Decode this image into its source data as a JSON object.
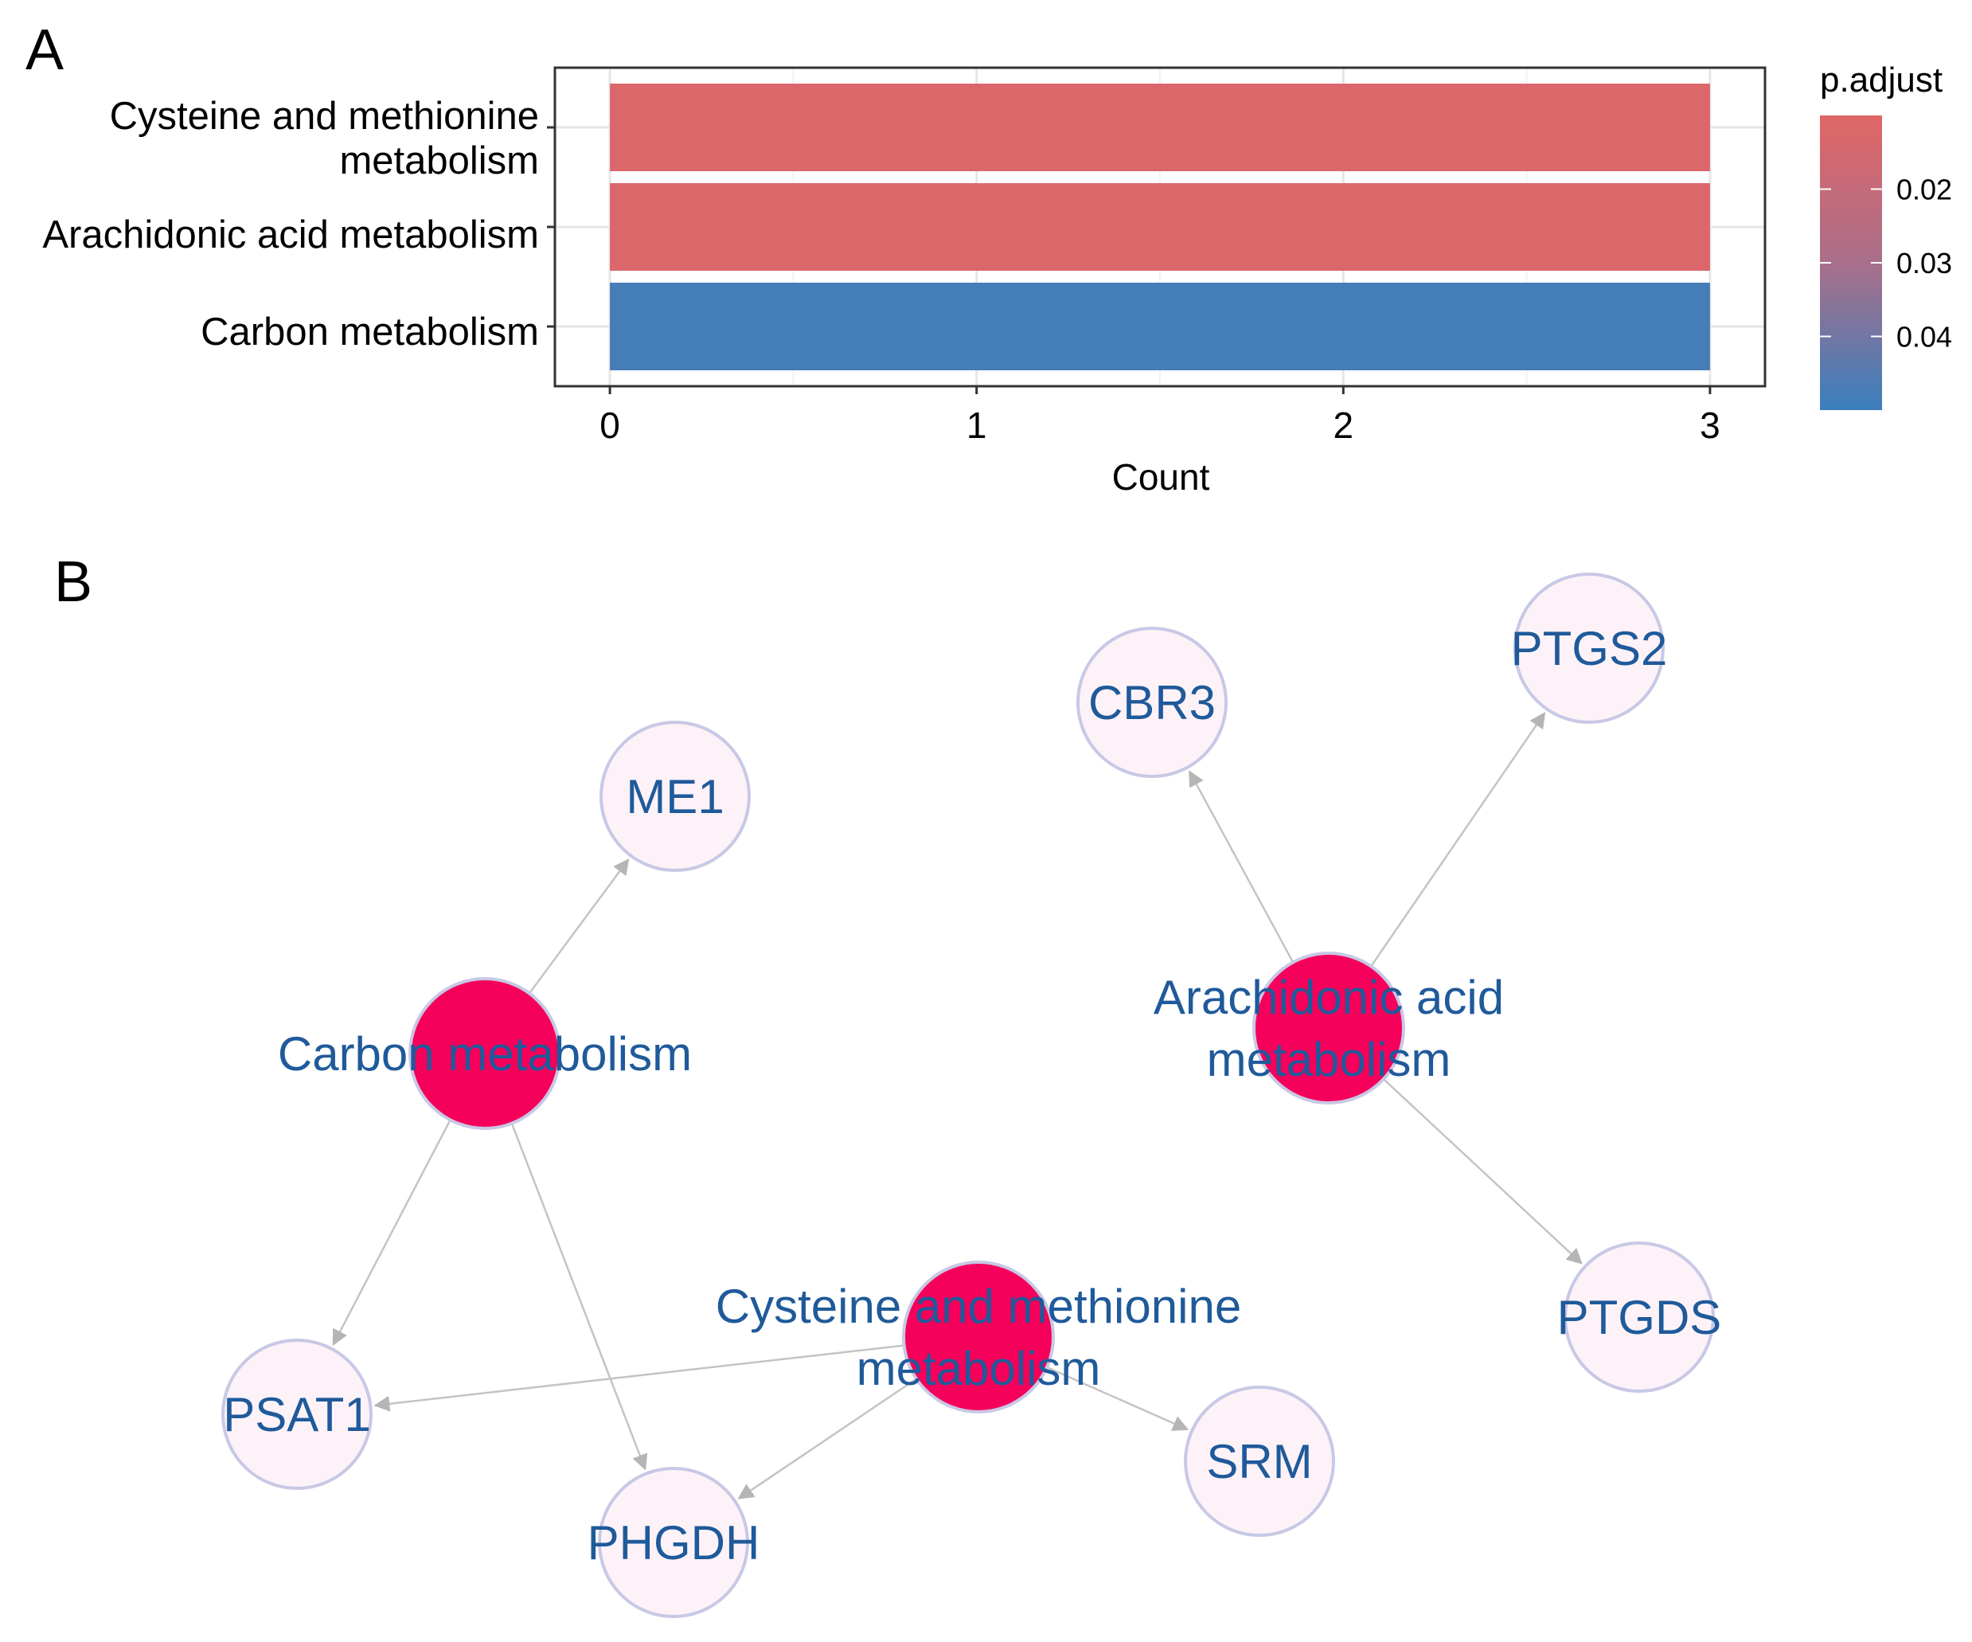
{
  "panels": {
    "a": "A",
    "b": "B"
  },
  "chart_data": [
    {
      "type": "bar",
      "orientation": "horizontal",
      "categories": [
        "Cysteine and methionine\nmetabolism",
        "Arachidonic acid metabolism",
        "Carbon metabolism"
      ],
      "values": [
        3,
        3,
        3
      ],
      "p_adjust": [
        0.012,
        0.012,
        0.048
      ],
      "xlabel": "Count",
      "ylabel": "",
      "xlim": [
        -0.15,
        3.15
      ],
      "xticks": [
        "0",
        "1",
        "2",
        "3"
      ],
      "grid": true,
      "legend": {
        "title": "p.adjust",
        "position": "right",
        "ticks": [
          "0.02",
          "0.03",
          "0.04"
        ],
        "tick_values": [
          0.02,
          0.03,
          0.04
        ],
        "range": [
          0.01,
          0.05
        ],
        "low_color": "#e06666",
        "high_color": "#3a7fbd"
      },
      "colors": {
        "low": "#e06666",
        "high": "#3a7fbd"
      }
    },
    {
      "type": "network",
      "pathways": [
        {
          "id": "carbon",
          "label": "Carbon metabolism"
        },
        {
          "id": "arach",
          "label": "Arachidonic acid\nmetabolism"
        },
        {
          "id": "cys",
          "label": "Cysteine and methionine\nmetabolism"
        }
      ],
      "genes": [
        {
          "id": "ME1",
          "label": "ME1"
        },
        {
          "id": "CBR3",
          "label": "CBR3"
        },
        {
          "id": "PTGS2",
          "label": "PTGS2"
        },
        {
          "id": "PTGDS",
          "label": "PTGDS"
        },
        {
          "id": "PSAT1",
          "label": "PSAT1"
        },
        {
          "id": "PHGDH",
          "label": "PHGDH"
        },
        {
          "id": "SRM",
          "label": "SRM"
        }
      ],
      "edges": [
        [
          "carbon",
          "ME1"
        ],
        [
          "carbon",
          "PSAT1"
        ],
        [
          "carbon",
          "PHGDH"
        ],
        [
          "arach",
          "CBR3"
        ],
        [
          "arach",
          "PTGS2"
        ],
        [
          "arach",
          "PTGDS"
        ],
        [
          "cys",
          "PSAT1"
        ],
        [
          "cys",
          "PHGDH"
        ],
        [
          "cys",
          "SRM"
        ]
      ],
      "colors": {
        "pathway_fill": "#f5005a",
        "gene_fill": "#fdf2f8",
        "node_stroke": "#c8c8e6",
        "label": "#1f5a9a",
        "edge": "#c4c4c4"
      }
    }
  ]
}
